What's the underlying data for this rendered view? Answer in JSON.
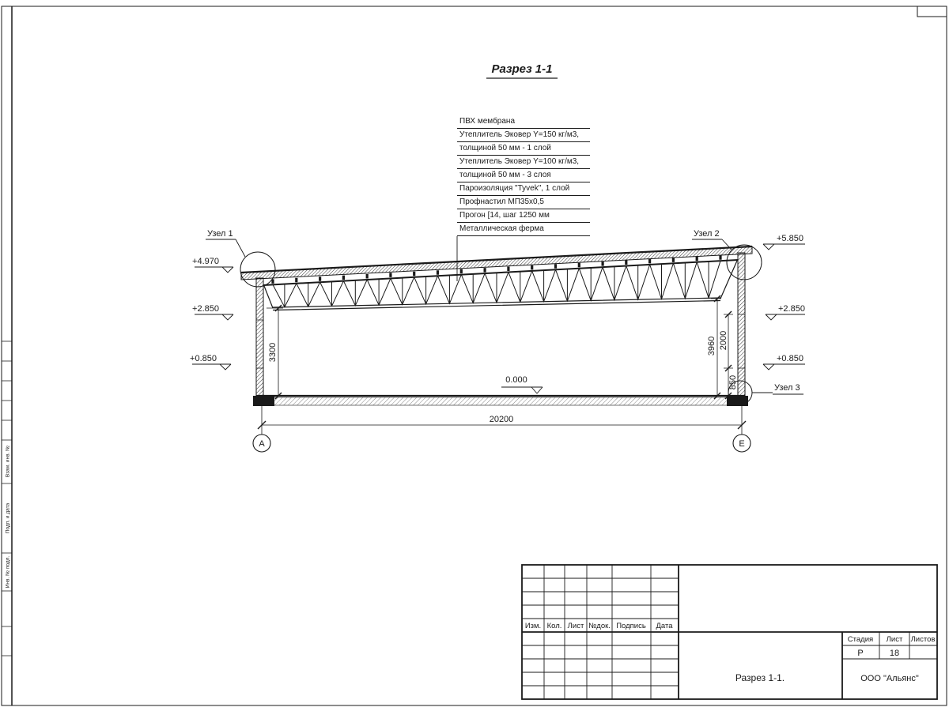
{
  "sheet": {
    "view_title": "Разрез 1-1"
  },
  "roof_callout": {
    "lines": [
      "ПВХ мембрана",
      "Утеплитель Эковер Y=150 кг/м3,",
      "толщиной 50 мм - 1 слой",
      "Утеплитель Эковер Y=100 кг/м3,",
      "толщиной 50 мм - 3 слоя",
      "Пароизоляция \"Tyvek\", 1 слой",
      "Профнастил МП35х0,5",
      "Прогон [14, шаг 1250 мм",
      "Металлическая ферма"
    ]
  },
  "nodes": {
    "node1": "Узел 1",
    "node2": "Узел 2",
    "node3": "Узел 3"
  },
  "elevations": {
    "roof_left": "+4.970",
    "roof_right": "+5.850",
    "mid_left": "+2.850",
    "mid_right": "+2.850",
    "low_left": "+0.850",
    "low_right": "+0.850",
    "floor": "0.000"
  },
  "dims": {
    "span": "20200",
    "clear_height_left": "3300",
    "clear_height_right": "3960",
    "right_upper": "2000",
    "right_lower": "850"
  },
  "axes": {
    "left": "А",
    "right": "Е"
  },
  "left_margin": {
    "labels": [
      "Взам. инв. №",
      "Подп. и дата",
      "Инв. № подл."
    ]
  },
  "title_block": {
    "columns": [
      "Изм.",
      "Кол.",
      "Лист",
      "№док.",
      "Подпись",
      "Дата"
    ],
    "stage_label": "Стадия",
    "sheet_label": "Лист",
    "sheets_label": "Листов",
    "stage": "Р",
    "sheet_number": "18",
    "view_name": "Разрез 1-1.",
    "company": "ООО \"Альянс\""
  }
}
